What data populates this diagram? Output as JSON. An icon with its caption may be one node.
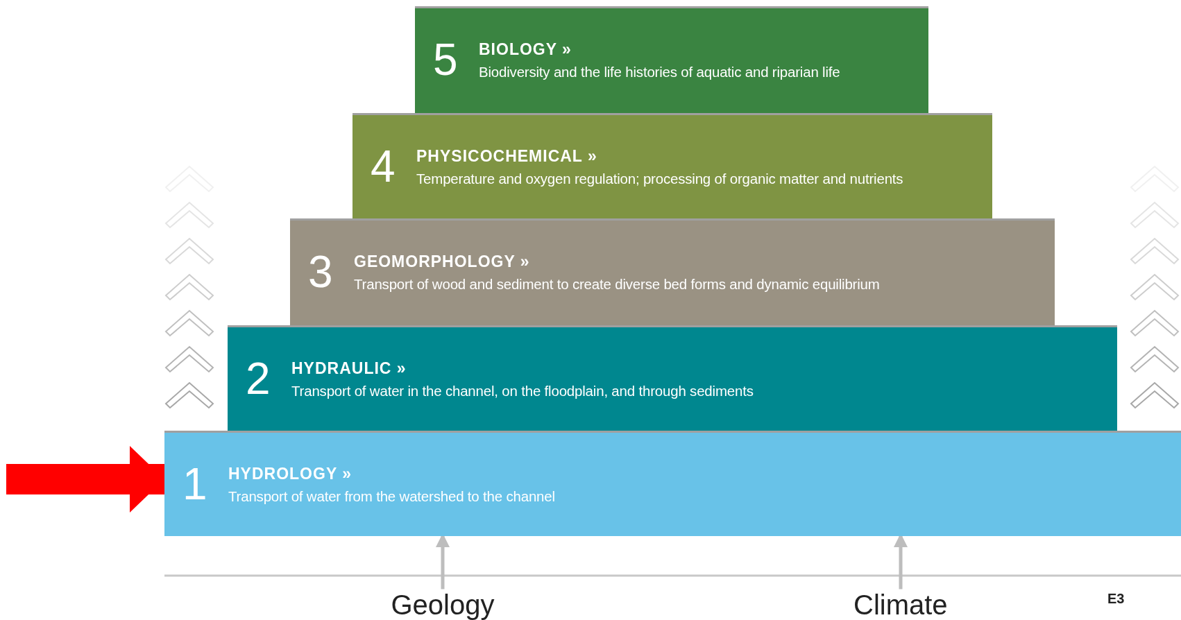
{
  "diagram": {
    "nodes": [
      {
        "text": [
          "5",
          "BIOLOGY »",
          "Biodiversity and the life histories of aquatic and riparian life"
        ]
      },
      {
        "text": [
          "4",
          "PHYSICOCHEMICAL »",
          "Temperature and oxygen regulation; processing of organic matter and nutrients"
        ]
      },
      {
        "text": [
          "3",
          "GEOMORPHOLOGY »",
          "Transport of wood and sediment to create diverse bed forms and dynamic equilibrium"
        ]
      },
      {
        "text": [
          "2",
          "HYDRAULIC »",
          "Transport of water in the channel, on the floodplain, and through sediments"
        ]
      },
      {
        "text": [
          "1",
          "HYDROLOGY »",
          "Transport of water from the watershed to the channel"
        ]
      },
      {
        "text": [
          "Geology"
        ]
      },
      {
        "text": [
          "Climate"
        ]
      }
    ],
    "edges": [
      {
        "from": 5,
        "to": 4,
        "arrow": "to"
      },
      {
        "from": 6,
        "to": 4,
        "arrow": "to"
      },
      {
        "from": null,
        "to": 4,
        "arrow": "to",
        "style": "thick",
        "color": "#ff0000"
      }
    ],
    "labels": [
      "E3"
    ]
  }
}
